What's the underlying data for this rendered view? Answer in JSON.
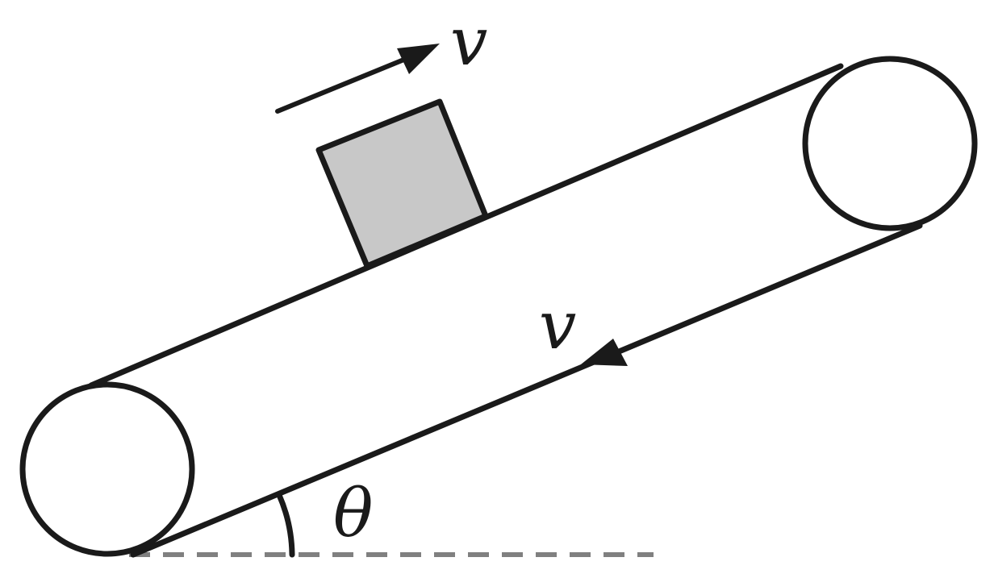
{
  "diagram": {
    "labels": {
      "upper_velocity": "v",
      "lower_velocity": "v",
      "angle": "θ"
    },
    "colors": {
      "line": "#1a1a1a",
      "block_fill": "#c8c8c8",
      "dashed_ground": "#808080",
      "background": "#ffffff"
    }
  }
}
